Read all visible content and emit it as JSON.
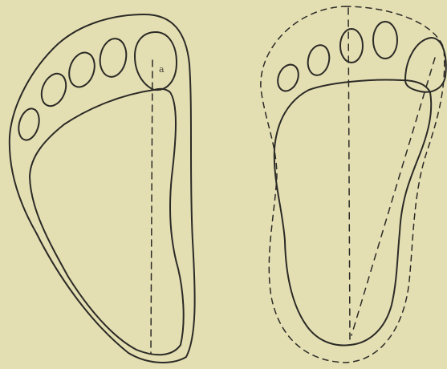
{
  "figure": {
    "background": "#e4dfb3",
    "ink": "#2b2a26",
    "panels": [
      {
        "id": "left-foot",
        "description_label": "",
        "marker": "a",
        "toe_count": 5,
        "outline_style": "double solid",
        "axis_style": "dashed vertical"
      },
      {
        "id": "right-foot",
        "description_label": "",
        "marker": "",
        "toe_count": 5,
        "outline_style": "solid with dashed outer contour",
        "axis_style": "dashed vertical and dashed diagonal"
      }
    ]
  }
}
